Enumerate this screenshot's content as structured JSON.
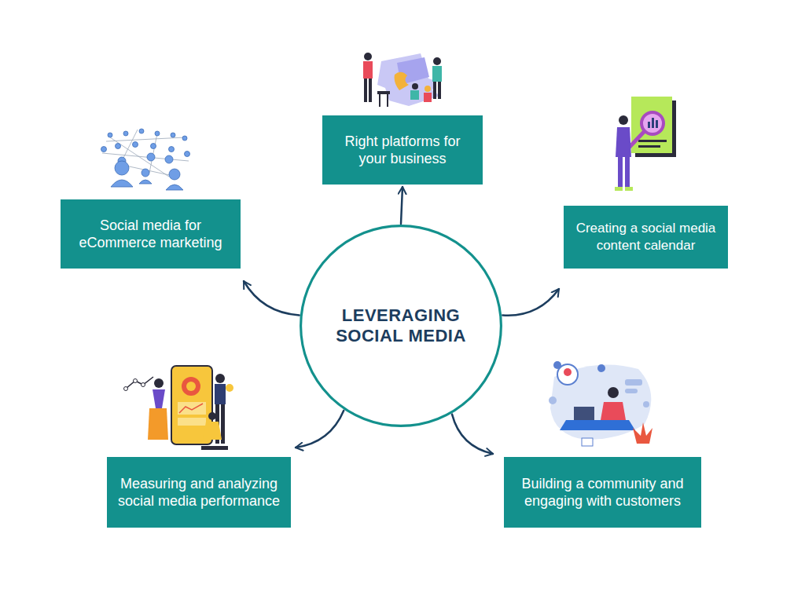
{
  "diagram": {
    "nodes": [
      {
        "text": [
          "LEVERAGING SOCIAL MEDIA"
        ]
      },
      {
        "text": [
          "Right platforms for your business"
        ]
      },
      {
        "text": [
          "Social media for eCommerce marketing"
        ]
      },
      {
        "text": [
          "Creating a social media content calendar"
        ]
      },
      {
        "text": [
          "Measuring and analyzing social media performance"
        ]
      },
      {
        "text": [
          "Building a community and engaging with customers"
        ]
      }
    ],
    "edges": [
      {
        "from": 0,
        "to": 1,
        "arrow": "to"
      },
      {
        "from": 0,
        "to": 2,
        "arrow": "to"
      },
      {
        "from": 0,
        "to": 3,
        "arrow": "to"
      },
      {
        "from": 0,
        "to": 4,
        "arrow": "to"
      },
      {
        "from": 0,
        "to": 5,
        "arrow": "to"
      }
    ]
  }
}
